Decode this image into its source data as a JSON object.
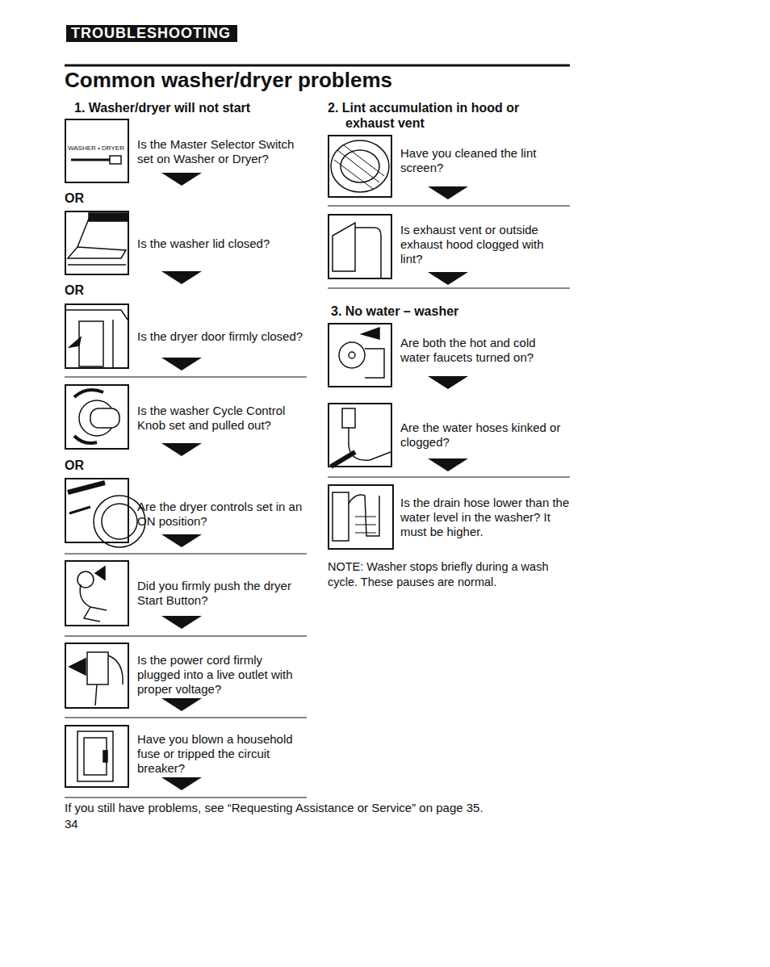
{
  "diagram": {
    "title": "Common washer/dryer problems",
    "nodes": [
      {
        "text": [
          "WASHER • DRYER",
          "Is the Master Selector Switch set on Washer or Dryer?"
        ]
      },
      {
        "text": [
          "Is the washer lid closed?"
        ]
      },
      {
        "text": [
          "Is the dryer door firmly closed?"
        ]
      },
      {
        "text": [
          "Is the washer Cycle Control Knob set and pulled out?"
        ]
      },
      {
        "text": [
          "Are the dryer controls set in an ON position?"
        ]
      },
      {
        "text": [
          "Did you firmly push the dryer Start Button?"
        ]
      },
      {
        "text": [
          "Is the power cord firmly plugged into a live outlet with proper voltage?"
        ]
      },
      {
        "text": [
          "Have you blown a household fuse or tripped the circuit breaker?"
        ]
      },
      {
        "text": [
          "Have you cleaned the lint screen?"
        ]
      },
      {
        "text": [
          "Is exhaust vent or outside exhaust hood clogged with lint?"
        ]
      },
      {
        "text": [
          "Are both the hot and cold water faucets turned on?"
        ]
      },
      {
        "text": [
          "Are the water hoses kinked or clogged?"
        ]
      },
      {
        "text": [
          "Is the drain hose lower than the water level in the washer? It must be higher."
        ]
      }
    ],
    "labels": [
      "TROUBLESHOOTING",
      "1. Washer/dryer will not start",
      "2. Lint accumulation in hood or exhaust vent",
      "OR",
      "OR",
      "OR",
      "3. No water – washer",
      "NOTE: Washer stops briefly during a wash cycle. These pauses are normal.",
      "If you still have problems, see “Requesting Assistance or Service” on page 35.",
      "34"
    ]
  }
}
